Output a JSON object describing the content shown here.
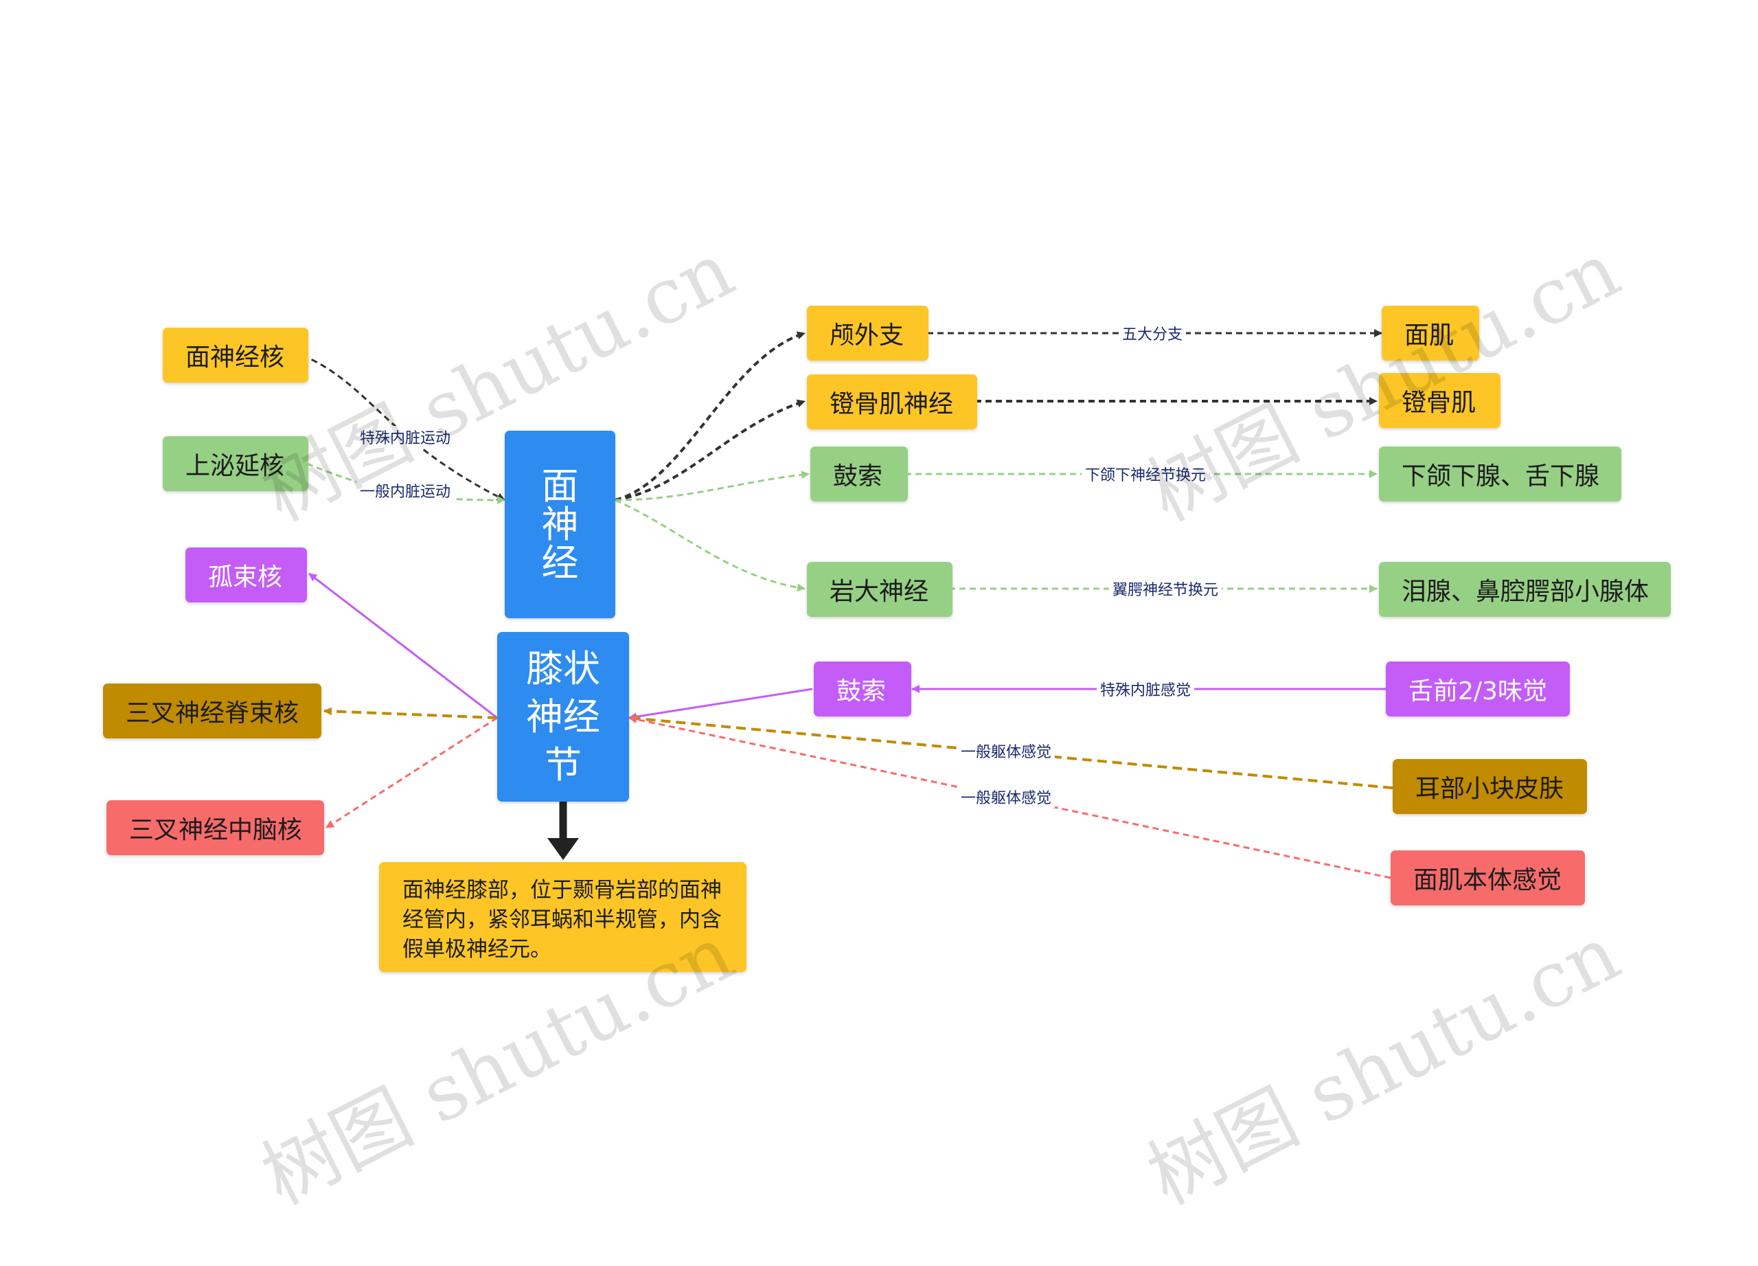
{
  "center": {
    "chars": [
      "面",
      "神",
      "经"
    ]
  },
  "ganglion": {
    "text": "膝状神经节"
  },
  "description": {
    "text": "面神经膝部，位于颞骨岩部的面神经管内，紧邻耳蜗和半规管，内含假单极神经元。"
  },
  "nodes": {
    "facial_nucleus": "面神经核",
    "sup_salivatory": "上泌延核",
    "solitary": "孤束核",
    "trigeminal_spinal": "三叉神经脊束核",
    "trigeminal_mesen": "三叉神经中脑核",
    "extracranial": "颅外支",
    "stapedius_nerve": "镫骨肌神经",
    "chorda1": "鼓索",
    "petrosal": "岩大神经",
    "chorda2": "鼓索",
    "facial_muscle": "面肌",
    "stapedius": "镫骨肌",
    "submand_sublingual": "下颌下腺、舌下腺",
    "lacrimal": "泪腺、鼻腔腭部小腺体",
    "taste": "舌前2/3味觉",
    "ear_skin": "耳部小块皮肤",
    "proprio": "面肌本体感觉"
  },
  "edge_labels": {
    "special_visceral_motor": "特殊内脏运动",
    "general_visceral_motor": "一般内脏运动",
    "five_branches": "五大分支",
    "submand_relay": "下颌下神经节换元",
    "pterygo_relay": "翼腭神经节换元",
    "special_visceral_sense": "特殊内脏感觉",
    "general_somatic_1": "一般躯体感觉",
    "general_somatic_2": "一般躯体感觉"
  },
  "colors": {
    "yellow": "#fdc626",
    "green": "#96d084",
    "purple": "#c45cf7",
    "brown": "#c18b00",
    "red": "#f86b6b",
    "blue": "#2e8bf0",
    "dark_link": "#333333"
  },
  "watermark": "树图 shutu.cn"
}
